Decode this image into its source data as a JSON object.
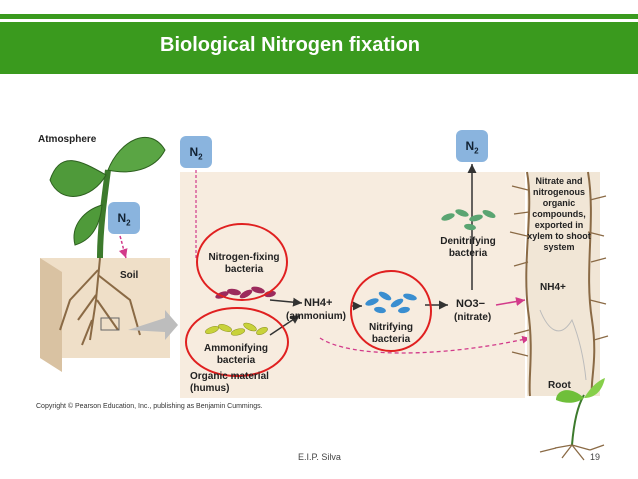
{
  "slide": {
    "title": "Biological Nitrogen fixation",
    "footer_author": "E.I.P. Silva",
    "page_number": "19"
  },
  "diagram": {
    "atmosphere_label": "Atmosphere",
    "soil_label": "Soil",
    "root_label": "Root",
    "n2_label": "N",
    "n2_subscript": "2",
    "nitrogen_fixing": "Nitrogen-fixing bacteria",
    "ammonifying": "Ammonifying bacteria",
    "organic_material": "Organic material (humus)",
    "ammonium_formula": "NH4+",
    "ammonium_name": "(ammonium)",
    "nitrifying": "Nitrifying bacteria",
    "nitrate_formula": "NO3−",
    "nitrate_name": "(nitrate)",
    "denitrifying": "Denitrifying bacteria",
    "xylem_note": "Nitrate and nitrogenous organic compounds, exported in xylem to shoot system",
    "root_ammonium": "NH4+",
    "copyright": "Copyright © Pearson Education, Inc., publishing as Benjamin Cummings."
  },
  "colors": {
    "title_bar": "#3a9a1e",
    "highlight_ring": "#e02020",
    "panel": "#f7ecdf",
    "n2_badge": "#8ab4de"
  }
}
